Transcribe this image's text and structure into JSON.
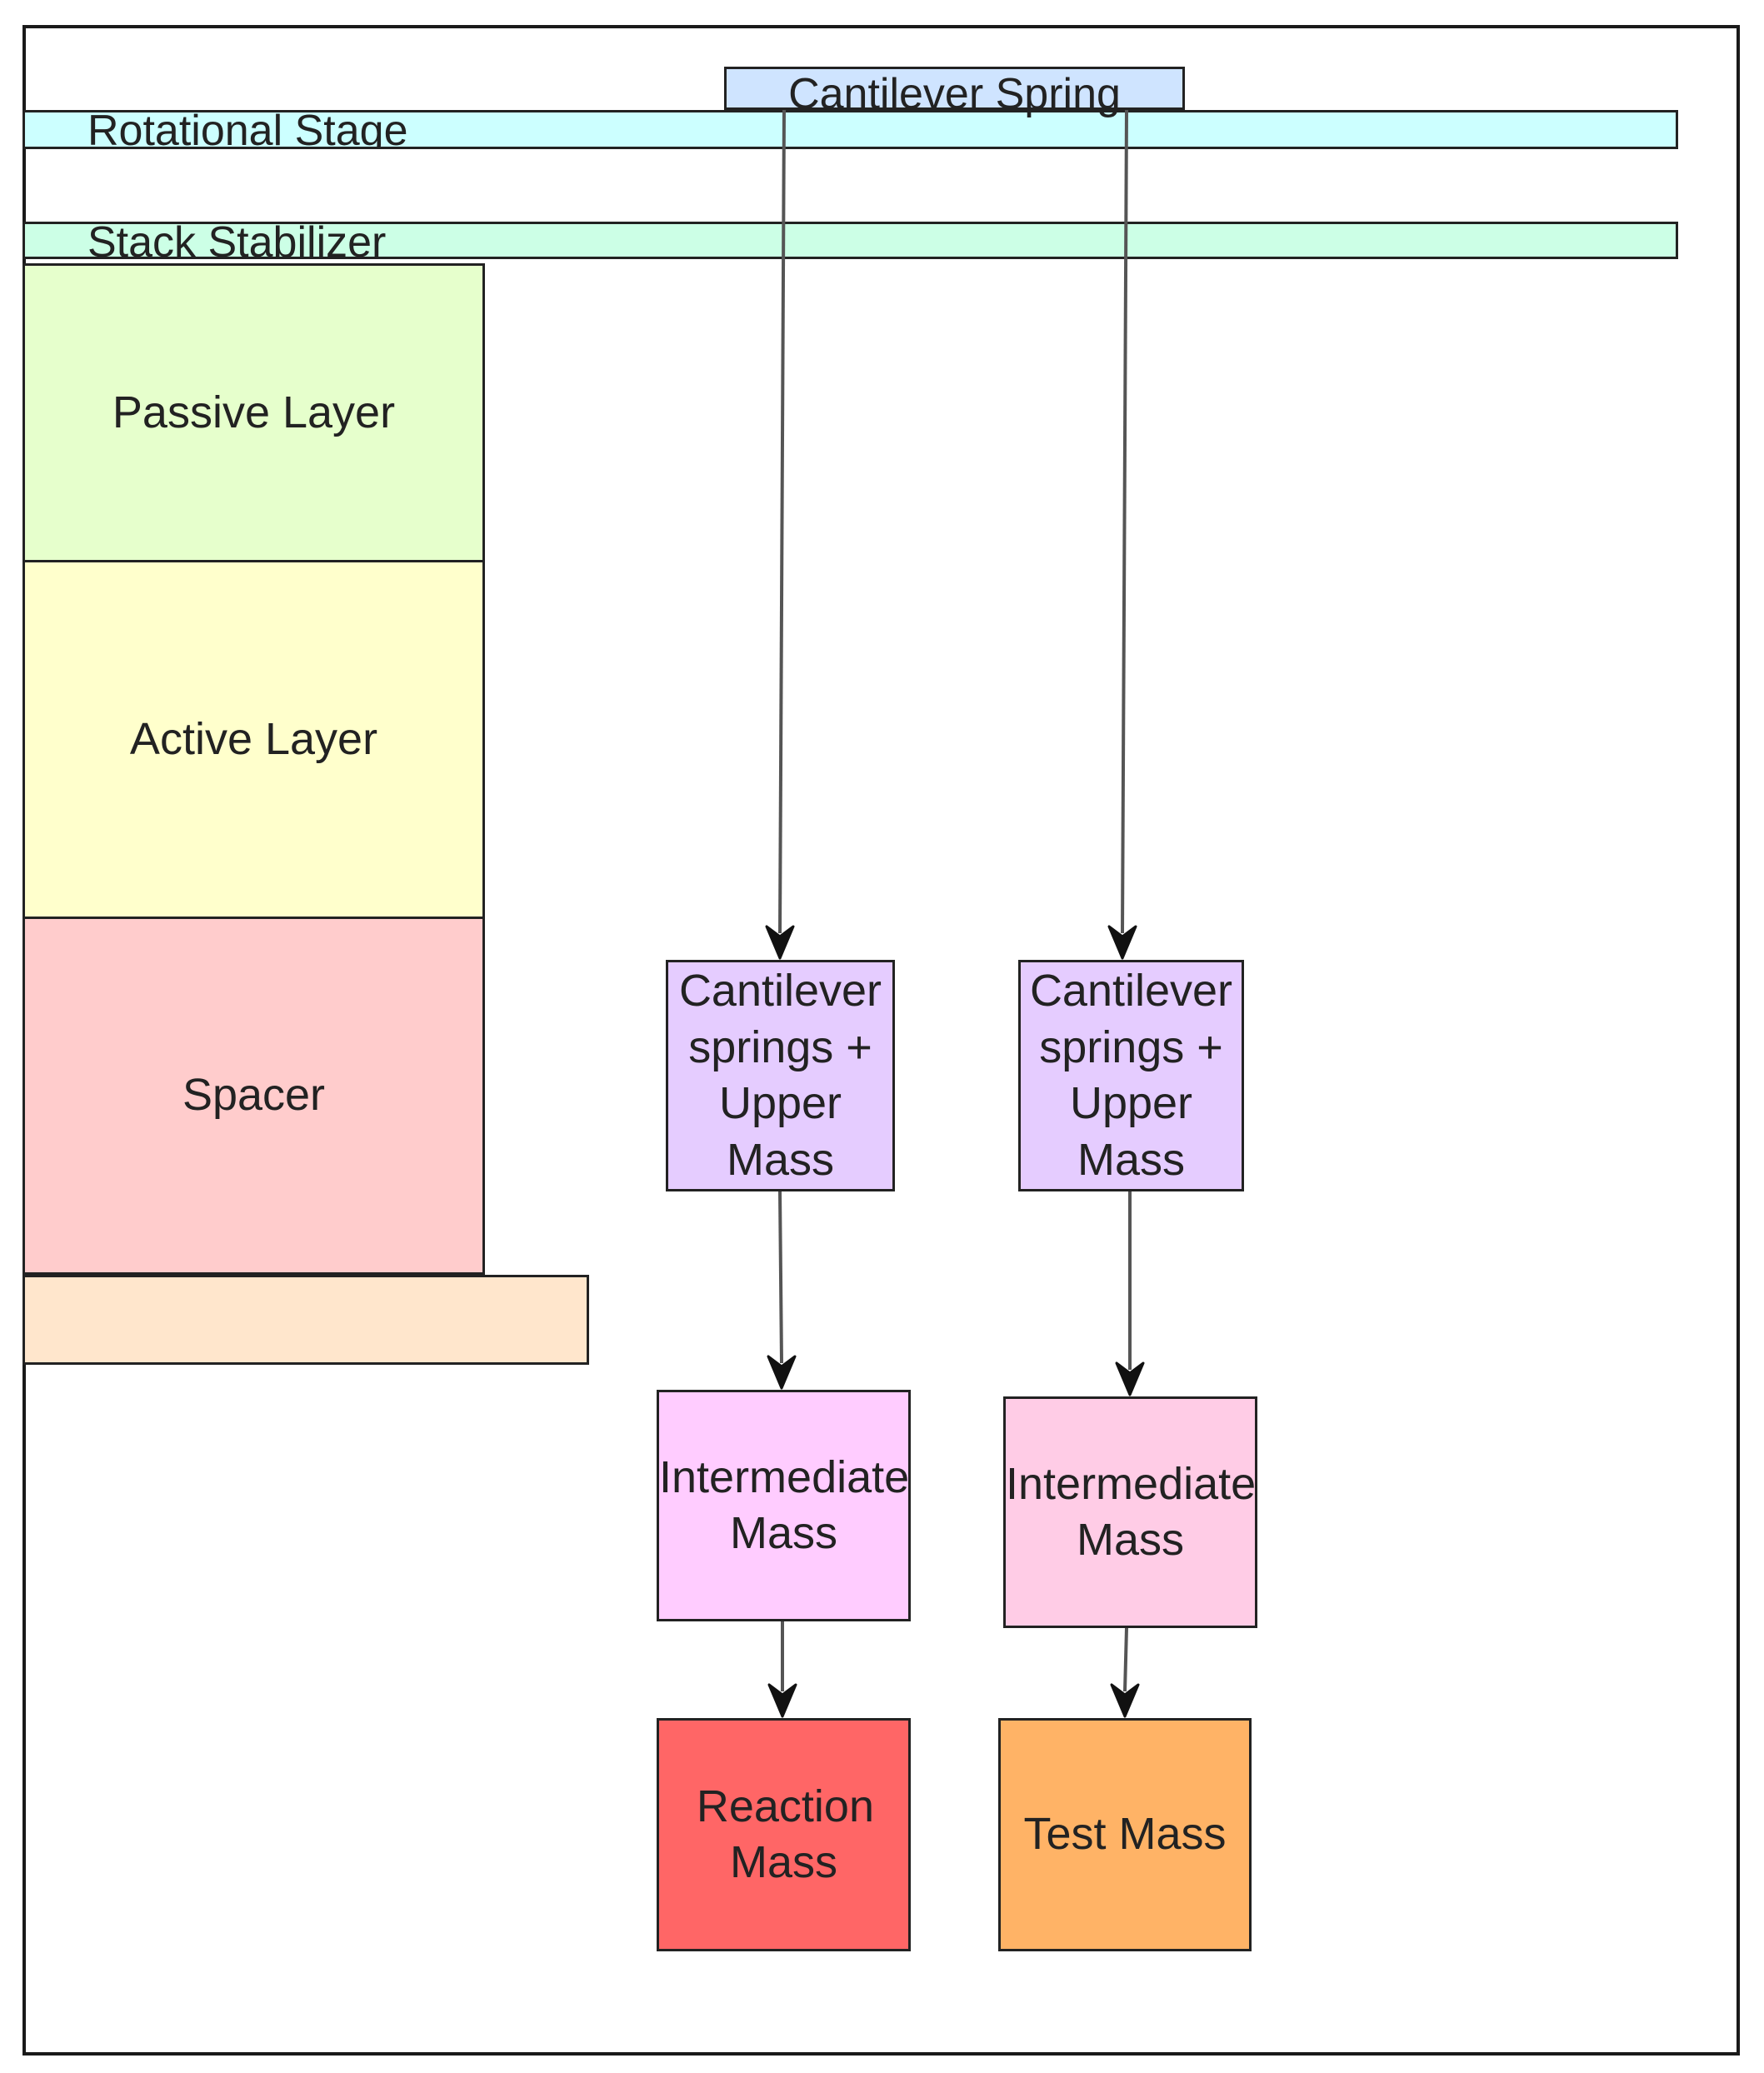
{
  "labels": {
    "cantilever_spring": "Cantilever Spring",
    "rotational_stage": "Rotational Stage",
    "stack_stabilizer": "Stack Stabilizer",
    "passive_layer": "Passive Layer",
    "active_layer": "Active Layer",
    "spacer": "Spacer",
    "upper_left": "Cantilever springs + Upper Mass",
    "upper_right": "Cantilever springs + Upper Mass",
    "intermediate_left": "Intermediate Mass",
    "intermediate_right": "Intermediate Mass",
    "reaction_mass": "Reaction Mass",
    "test_mass": "Test Mass"
  },
  "colors": {
    "cantilever_spring": "#cfe4ff",
    "rotational_stage": "#ccffff",
    "stack_stabilizer": "#ccffe6",
    "passive_layer": "#e6ffcc",
    "active_layer": "#ffffcc",
    "spacer": "#ffcccc",
    "base_plate": "#ffe6cc",
    "upper_mass": "#e5ccff",
    "intermediate_left": "#ffccff",
    "intermediate_right": "#ffcce6",
    "reaction_mass": "#ff6666",
    "test_mass": "#ffb366"
  }
}
